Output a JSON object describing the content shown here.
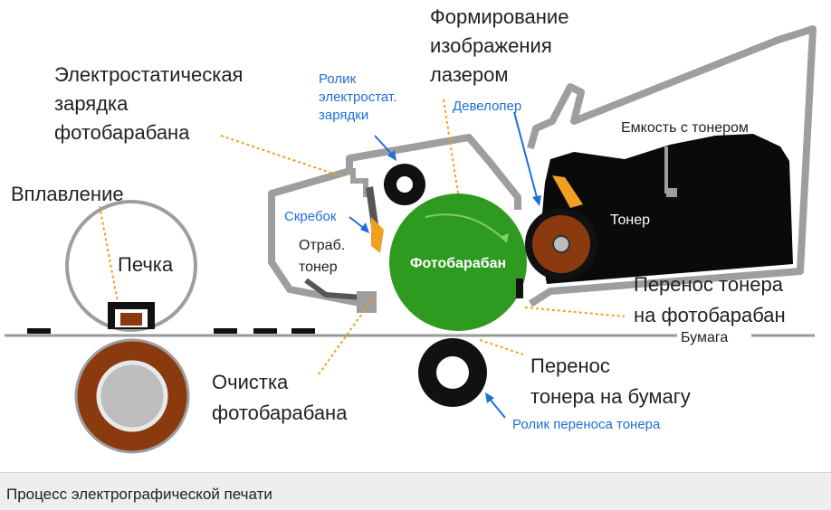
{
  "labels": {
    "fusing": "Вплавление",
    "oven": "Печка",
    "charge": [
      "Электростатическая",
      "зарядка",
      "фотобарабана"
    ],
    "charge_roller": [
      "Ролик",
      "электростат.",
      "зарядки"
    ],
    "laser": [
      "Формирование",
      "изображения",
      "лазером"
    ],
    "developer": "Девелопер",
    "toner_container": "Емкость с тонером",
    "toner": "Тонер",
    "scraper": "Скребок",
    "waste_toner": [
      "Отраб.",
      "тонер"
    ],
    "drum": "Фотобарабан",
    "transfer_to_drum": [
      "Перенос тонера",
      "на фотобарабан"
    ],
    "paper": "Бумага",
    "cleaning": [
      "Очистка",
      "фотобарабана"
    ],
    "transfer_to_paper": [
      "Перенос",
      "тонера на бумагу"
    ],
    "transfer_roller": "Ролик переноса тонера"
  },
  "caption": "Процесс электрографической печати",
  "colors": {
    "drum_green": "#2e9a1f",
    "toner_black": "#0a0a0a",
    "roller_brown": "#8b3a10",
    "housing_gray": "#9e9e9e",
    "leader_orange": "#f0a020",
    "label_blue": "#1f6fd6"
  }
}
